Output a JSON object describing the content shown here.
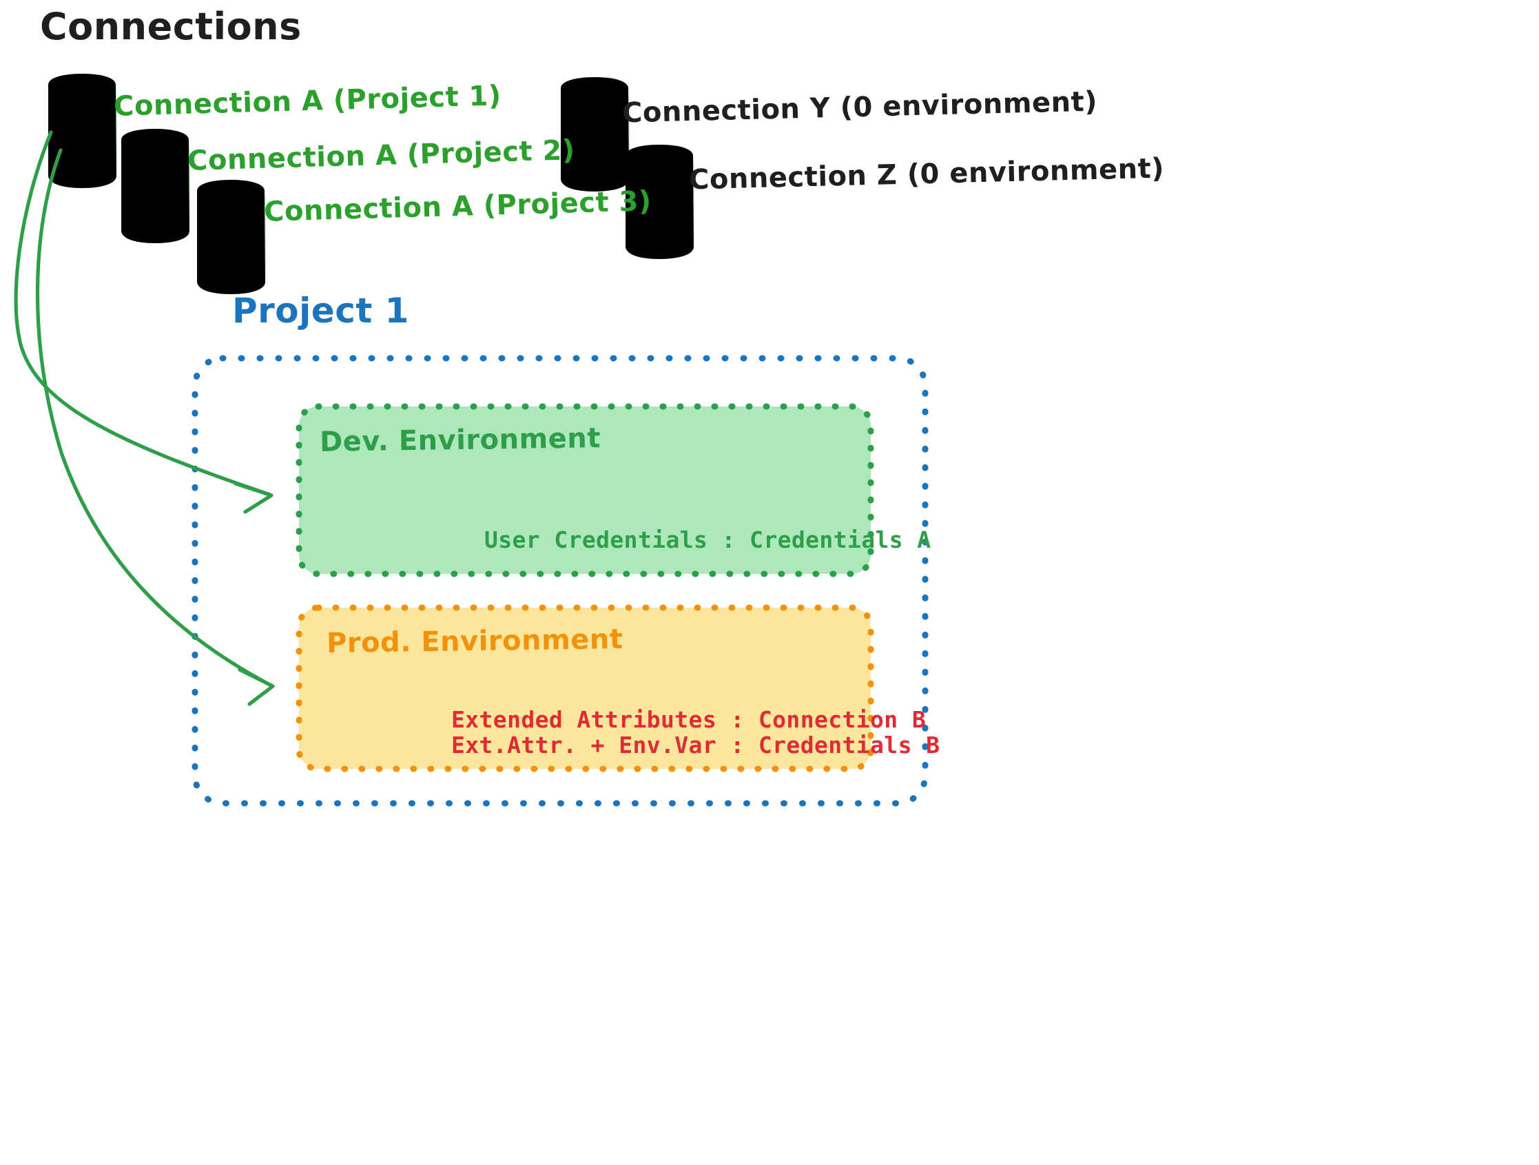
{
  "diagram": {
    "heading": "Connections",
    "connections": {
      "green": [
        {
          "label": "Connection A (Project 1)",
          "icon": "database-icon",
          "color": "#2ca02c"
        },
        {
          "label": "Connection A (Project 2)",
          "icon": "database-icon",
          "color": "#2ca02c"
        },
        {
          "label": "Connection A (Project 3)",
          "icon": "database-icon",
          "color": "#2ca02c"
        }
      ],
      "grey": [
        {
          "label": "Connection Y (0 environment)",
          "icon": "database-icon",
          "color": "#1f1f1f"
        },
        {
          "label": "Connection Z (0 environment)",
          "icon": "database-icon",
          "color": "#1f1f1f"
        }
      ]
    },
    "project": {
      "title": "Project 1",
      "border_color": "#1c75bc",
      "environments": [
        {
          "name": "Dev. Environment",
          "fill": "#ade8bc",
          "border": "#2e9e48",
          "text_color": "#2e9e48",
          "entries": [
            "User Credentials : Credentials A"
          ]
        },
        {
          "name": "Prod. Environment",
          "fill": "#fbe79c",
          "border": "#f2920c",
          "text_color": "#f2920c",
          "entry_color": "#e02b35",
          "entries": [
            "Extended Attributes : Connection B",
            "Ext.Attr. + Env.Var : Credentials B"
          ]
        }
      ]
    },
    "arrows": [
      {
        "from": "Connection A (Project 1)",
        "to": "Dev. Environment",
        "color": "#2e9e48"
      },
      {
        "from": "Connection A (Project 1)",
        "to": "Prod. Environment",
        "color": "#2e9e48"
      }
    ],
    "palette": {
      "green_stroke": "#2e9e48",
      "green_fill": "#ade8bc",
      "grey_stroke": "#1a1a1a",
      "grey_fill": "#cdd3db",
      "blue": "#1c75bc",
      "orange": "#f2920c",
      "yellow_fill": "#fbe79c",
      "red": "#e02b35"
    }
  }
}
